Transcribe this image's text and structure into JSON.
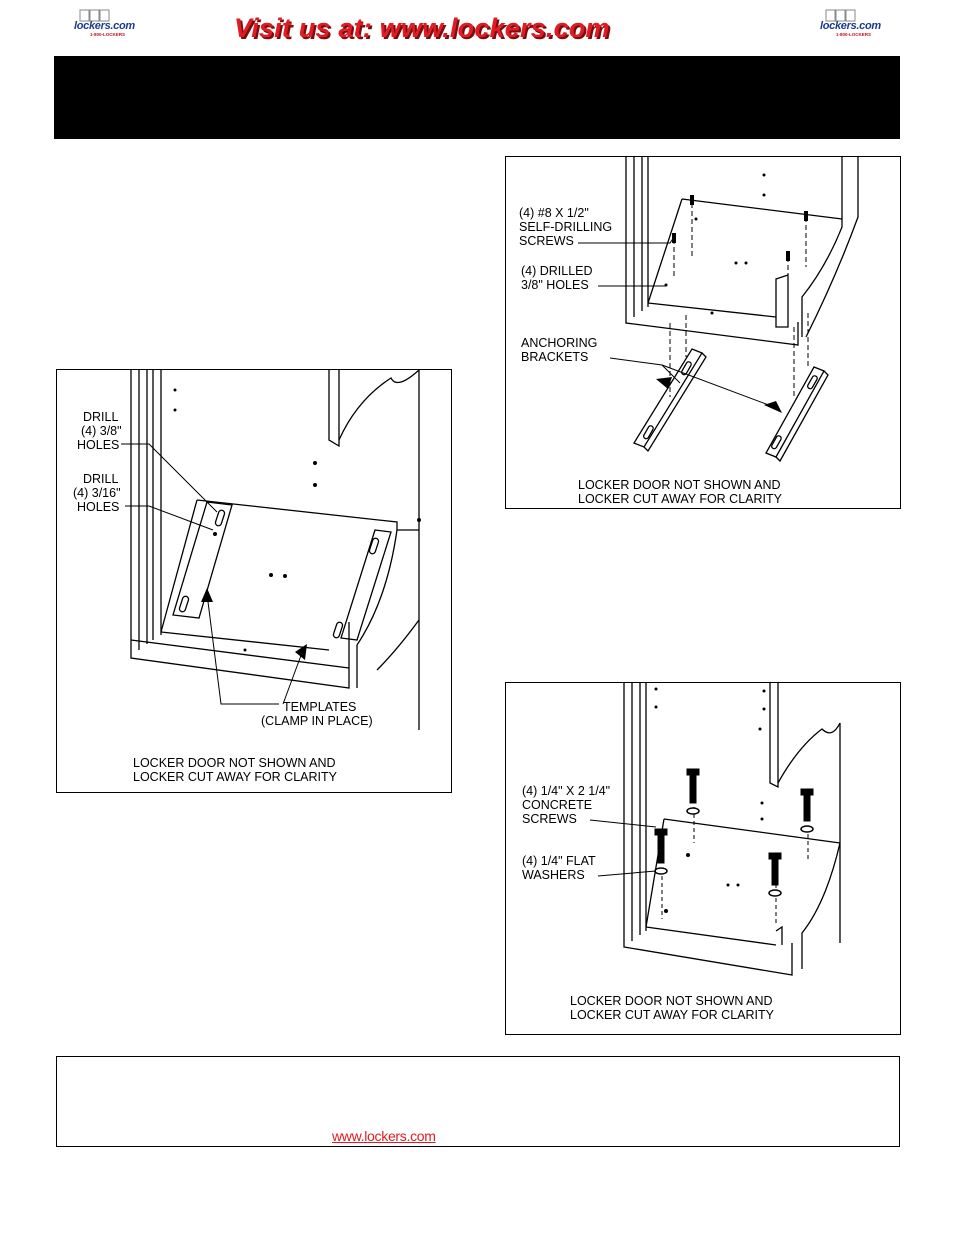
{
  "header": {
    "logo_text": "lockers.com",
    "logo_sub": "1-800-LOCKERS",
    "visit_banner": "Visit us at: www.lockers.com"
  },
  "figures": {
    "left": {
      "drill_large": [
        "DRILL",
        "(4) 3/8\"",
        "HOLES"
      ],
      "drill_small": [
        "DRILL",
        "(4) 3/16\"",
        "HOLES"
      ],
      "templates": [
        "TEMPLATES",
        "(CLAMP IN PLACE)"
      ],
      "note": [
        "LOCKER DOOR NOT SHOWN AND",
        "LOCKER CUT AWAY FOR CLARITY"
      ]
    },
    "top_right": {
      "screws": [
        "(4) #8 X 1/2\"",
        "SELF-DRILLING",
        "SCREWS"
      ],
      "drilled": [
        "(4) DRILLED",
        "3/8\" HOLES"
      ],
      "brackets": [
        "ANCHORING",
        "BRACKETS"
      ],
      "note": [
        "LOCKER DOOR NOT SHOWN AND",
        "LOCKER CUT AWAY FOR CLARITY"
      ]
    },
    "bottom_right": {
      "concrete": [
        "(4) 1/4\" X 2 1/4\"",
        "CONCRETE",
        "SCREWS"
      ],
      "washers": [
        "(4) 1/4\" FLAT",
        "WASHERS"
      ],
      "note": [
        "LOCKER DOOR NOT SHOWN AND",
        "LOCKER CUT AWAY FOR CLARITY"
      ]
    }
  },
  "footer": {
    "link": "www.lockers.com"
  },
  "colors": {
    "brand_red": "#e01b22",
    "brand_blue": "#1a3c8c"
  }
}
